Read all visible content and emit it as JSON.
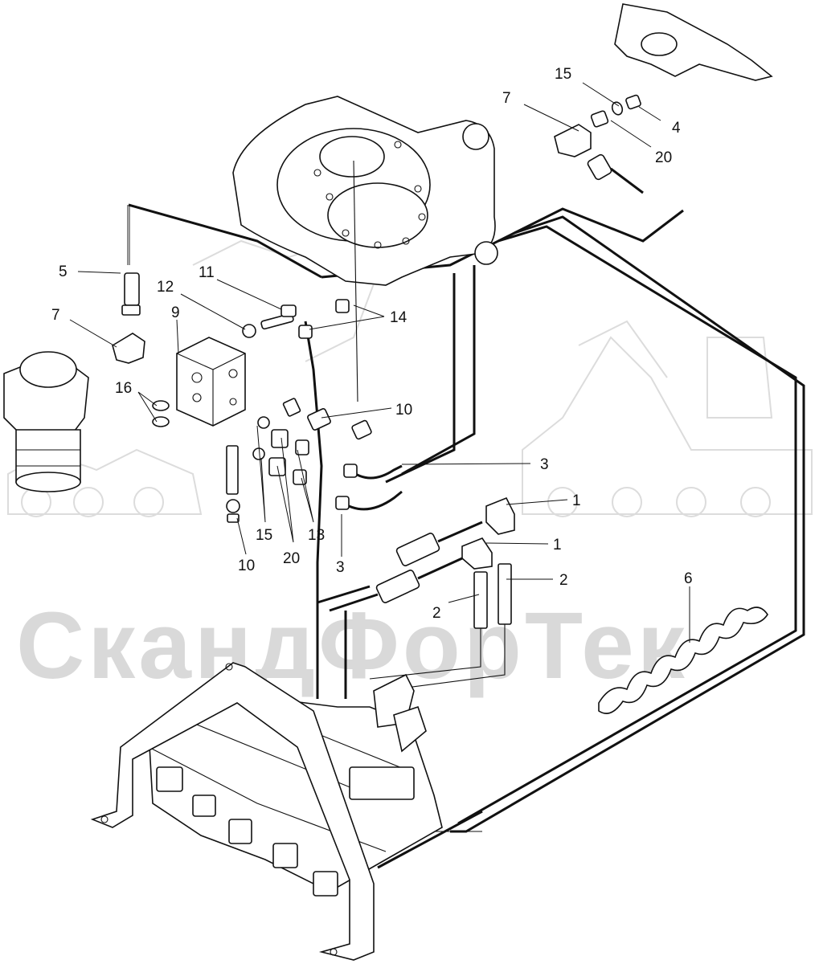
{
  "watermark": {
    "brand_text": "СкандФорТек"
  },
  "callouts": [
    {
      "id": "c-15-top",
      "label": "15"
    },
    {
      "id": "c-7-top",
      "label": "7"
    },
    {
      "id": "c-4",
      "label": "4"
    },
    {
      "id": "c-20-top",
      "label": "20"
    },
    {
      "id": "c-5",
      "label": "5"
    },
    {
      "id": "c-11",
      "label": "11"
    },
    {
      "id": "c-12",
      "label": "12"
    },
    {
      "id": "c-7-left",
      "label": "7"
    },
    {
      "id": "c-9",
      "label": "9"
    },
    {
      "id": "c-14",
      "label": "14"
    },
    {
      "id": "c-16",
      "label": "16"
    },
    {
      "id": "c-10-right",
      "label": "10"
    },
    {
      "id": "c-3-right",
      "label": "3"
    },
    {
      "id": "c-1-upper",
      "label": "1"
    },
    {
      "id": "c-1-lower",
      "label": "1"
    },
    {
      "id": "c-15-bottom",
      "label": "15"
    },
    {
      "id": "c-13",
      "label": "13"
    },
    {
      "id": "c-10-bottom",
      "label": "10"
    },
    {
      "id": "c-20-bottom",
      "label": "20"
    },
    {
      "id": "c-3-bottom",
      "label": "3"
    },
    {
      "id": "c-2-right",
      "label": "2"
    },
    {
      "id": "c-2-left",
      "label": "2"
    },
    {
      "id": "c-6",
      "label": "6"
    }
  ]
}
